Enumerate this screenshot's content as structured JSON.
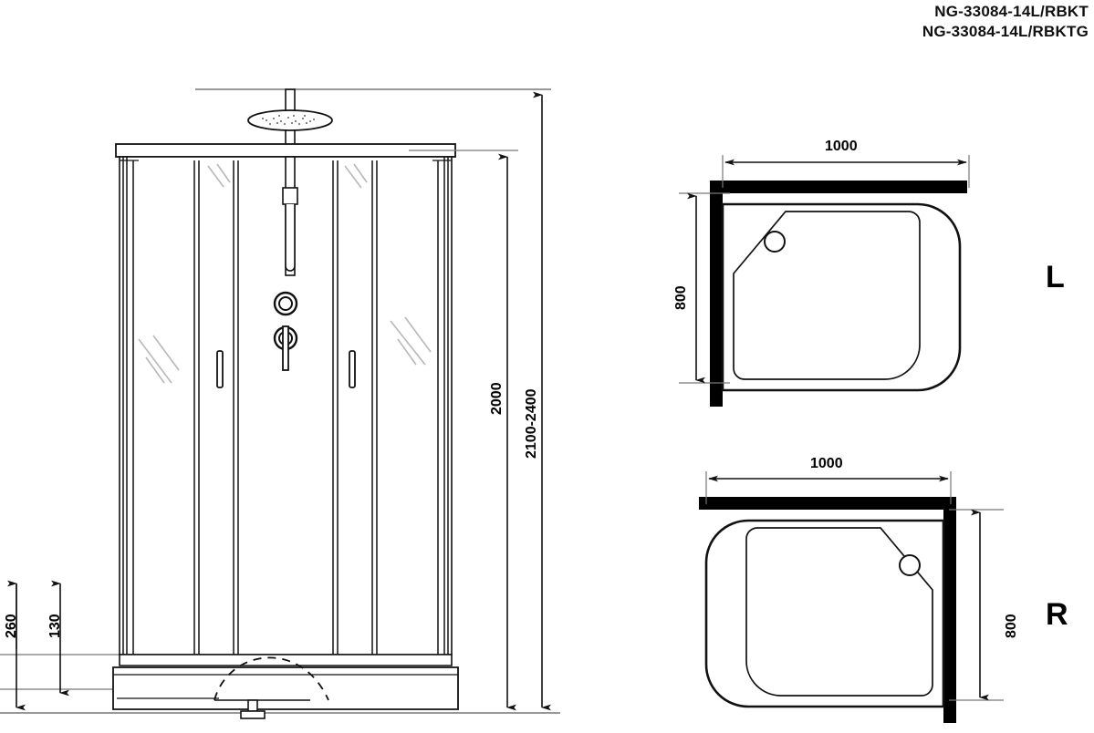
{
  "titles": {
    "line1": "NG-33084-14L/RBKT",
    "line2": "NG-33084-14L/RBKTG"
  },
  "front_view": {
    "dim_height_cabin": "2000",
    "dim_height_range": "2100-2400",
    "dim_tray_total": "260",
    "dim_tray_step": "130",
    "parts": {
      "rain_head": "rain-shower-head",
      "riser_rail": "riser-rail",
      "hand_shower": "hand-shower-holder",
      "diverter": "diverter-knob",
      "mixer": "mixer-lever",
      "door_handle_left": "door-handle",
      "door_handle_right": "door-handle",
      "tray": "shower-tray",
      "adjustable_foot": "adjustable-foot",
      "drain_trap": "drain-trap-hidden"
    }
  },
  "plan_left": {
    "letter": "L",
    "dim_width": "1000",
    "dim_depth": "800"
  },
  "plan_right": {
    "letter": "R",
    "dim_width": "1000",
    "dim_depth": "800"
  },
  "colors": {
    "line": "#111111",
    "wall": "#000000",
    "glass_reflection": "#b8b8b8",
    "thin": "#555555"
  }
}
